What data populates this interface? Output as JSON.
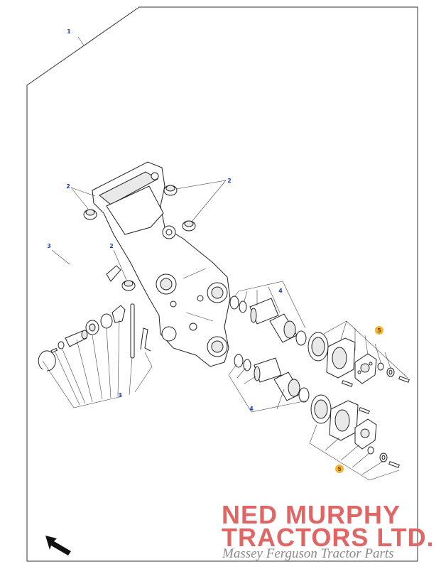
{
  "diagram": {
    "callouts": {
      "c1": "1",
      "c2a": "2",
      "c2b": "2",
      "c2c": "2",
      "c3a": "3",
      "c3b": "3",
      "c4a": "4",
      "c4b": "4",
      "c5a": "5",
      "c5b": "5"
    },
    "callout_colors": {
      "default": "#1a3fc8",
      "highlight": "#f2b632"
    }
  },
  "watermark": {
    "line1": "NED MURPHY",
    "line2": "TRACTORS LTD.",
    "line3": "Massey Ferguson Tractor Parts",
    "color_primary": "#e06666",
    "color_secondary": "#8a8a8a"
  },
  "icons": {
    "orientation": "arrow-up-left-icon"
  }
}
